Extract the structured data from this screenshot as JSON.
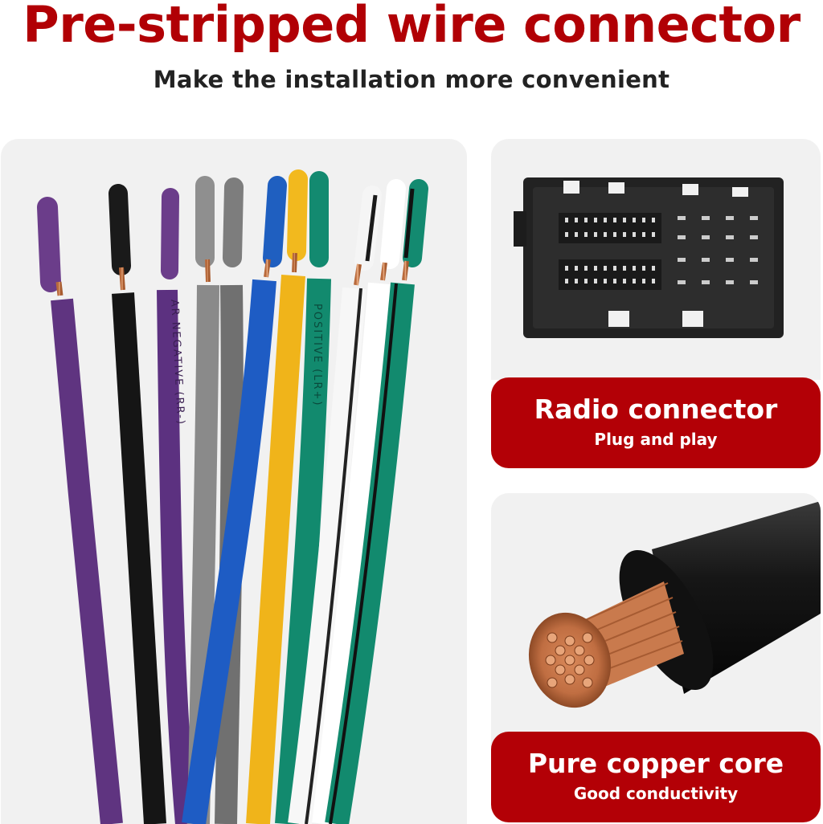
{
  "header": {
    "title": "Pre-stripped wire connector",
    "subtitle": "Make the installation more convenient"
  },
  "features": [
    {
      "title": "Radio connector",
      "subtitle": "Plug and play"
    },
    {
      "title": "Pure copper core",
      "subtitle": "Good conductivity"
    }
  ],
  "wire_markings": {
    "purple": "AR NEGATIVE (RR-)",
    "green": "POSITIVE (LR+)"
  },
  "colors": {
    "brand_red": "#b10005",
    "label_red": "#b30006",
    "panel_bg": "#f1f1f1",
    "text_dark": "#222222"
  }
}
